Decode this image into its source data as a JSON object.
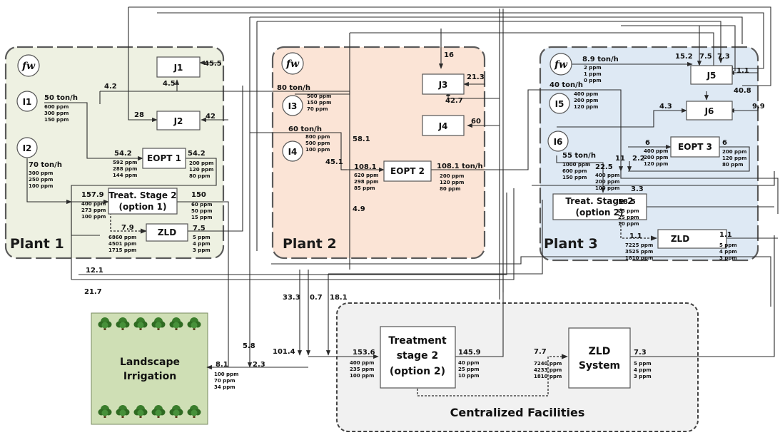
{
  "plants": {
    "p1": {
      "name": "Plant 1",
      "color": "#eef1e2"
    },
    "p2": {
      "name": "Plant 2",
      "color": "#fbe4d6"
    },
    "p3": {
      "name": "Plant 3",
      "color": "#dee9f4"
    }
  },
  "centralized": {
    "name": "Centralized Facilities",
    "color": "#f1f1f1"
  },
  "landscape": {
    "line1": "Landscape",
    "line2": "Irrigation",
    "color": "#cfdfb5"
  },
  "fresh_water_label": "fw",
  "sources": {
    "I1": {
      "label": "I1",
      "flow": "50 ton/h",
      "c": [
        "600 ppm",
        "300 ppm",
        "150 ppm"
      ]
    },
    "I2": {
      "label": "I2",
      "flow": "70 ton/h",
      "c": [
        "300 ppm",
        "250 ppm",
        "100 ppm"
      ]
    },
    "I3": {
      "label": "I3",
      "flow": "80 ton/h",
      "c": [
        "500 ppm",
        "150 ppm",
        "70 ppm"
      ]
    },
    "I4": {
      "label": "I4",
      "flow": "60 ton/h",
      "c": [
        "800 ppm",
        "500 ppm",
        "100 ppm"
      ]
    },
    "I5": {
      "label": "I5",
      "flow": "40 ton/h",
      "c": [
        "400 ppm",
        "200 ppm",
        "120 ppm"
      ]
    },
    "I6": {
      "label": "I6",
      "flow": "55 ton/h",
      "c": [
        "1000 ppm",
        "600 ppm",
        "150 ppm"
      ]
    }
  },
  "fw3": {
    "flow": "8.9 ton/h",
    "c": [
      "2 ppm",
      "1 ppm",
      "0 ppm"
    ]
  },
  "sinks": {
    "J1": "J1",
    "J2": "J2",
    "J3": "J3",
    "J4": "J4",
    "J5": "J5",
    "J6": "J6"
  },
  "units": {
    "eopt1": "EOPT 1",
    "eopt2": "EOPT 2",
    "eopt3": "EOPT 3",
    "ts2_p1": [
      "Treat. Stage 2",
      "(option 1)"
    ],
    "ts2_p3": [
      "Treat. Stage 2",
      "(option 2)"
    ],
    "zld_p1": "ZLD",
    "zld_p3": "ZLD",
    "ts2_cf": [
      "Treatment",
      "stage 2",
      "(option 2)"
    ],
    "zld_cf": [
      "ZLD",
      "System"
    ]
  },
  "streams": {
    "eopt1_in": {
      "flow": "54.2",
      "c": [
        "592 ppm",
        "288 ppm",
        "144 ppm"
      ]
    },
    "eopt1_out": {
      "flow": "54.2",
      "c": [
        "200 ppm",
        "120 ppm",
        "80 ppm"
      ]
    },
    "ts2p1_in": {
      "flow": "157.9",
      "c": [
        "400 ppm",
        "273 ppm",
        "100 ppm"
      ]
    },
    "ts2p1_out": {
      "flow": "150",
      "c": [
        "60 ppm",
        "50 ppm",
        "15 ppm"
      ]
    },
    "zldp1_in": {
      "flow": "7.9",
      "c": [
        "6860 ppm",
        "4501 ppm",
        "1715 ppm"
      ]
    },
    "zldp1_out": {
      "flow": "7.5",
      "c": [
        "5 ppm",
        "4 ppm",
        "3 ppm"
      ]
    },
    "eopt2_in": {
      "flow": "108.1",
      "c": [
        "620 ppm",
        "298 ppm",
        "85 ppm"
      ]
    },
    "eopt2_out": {
      "flow": "108.1 ton/h",
      "c": [
        "200 ppm",
        "120 ppm",
        "80 ppm"
      ]
    },
    "eopt3_in": {
      "flow": "6",
      "c": [
        "400 ppm",
        "200 ppm",
        "120 ppm"
      ]
    },
    "eopt3_out": {
      "flow": "6",
      "c": [
        "200 ppm",
        "120 ppm",
        "80 ppm"
      ]
    },
    "ts2p3_in": {
      "flow": "22.5",
      "c": [
        "400 ppm",
        "200 ppm",
        "100 ppm"
      ]
    },
    "ts2p3_out": {
      "flow": "58.5",
      "c": [
        "25 ppm",
        "25 ppm",
        "10 ppm"
      ]
    },
    "zldp3_in": {
      "flow": "1.1",
      "c": [
        "7225 ppm",
        "3525 ppm",
        "1810 ppm"
      ]
    },
    "zldp3_out": {
      "flow": "1.1",
      "c": [
        "5 ppm",
        "4 ppm",
        "3 ppm"
      ]
    },
    "cf_in": {
      "flow": "153.6",
      "c": [
        "400 ppm",
        "235 ppm",
        "100 ppm"
      ]
    },
    "cf_out": {
      "flow": "145.9",
      "c": [
        "40 ppm",
        "25 ppm",
        "10 ppm"
      ]
    },
    "cfzld_in": {
      "flow": "7.7",
      "c": [
        "7240 ppm",
        "4233 ppm",
        "1810 ppm"
      ]
    },
    "cfzld_out": {
      "flow": "7.3",
      "c": [
        "5 ppm",
        "4 ppm",
        "3 ppm"
      ]
    },
    "land_in": {
      "flow": "8.1",
      "c": [
        "100 ppm",
        "70 ppm",
        "34 ppm"
      ]
    }
  },
  "flow_labels": {
    "f45_5": "45.5",
    "f4_5": "4.5",
    "f4_2": "4.2",
    "f28": "28",
    "f42": "42",
    "f16": "16",
    "f21_3": "21.3",
    "f42_7": "42.7",
    "f60": "60",
    "f58_1": "58.1",
    "f45_1": "45.1",
    "f4_9": "4.9",
    "f15_2": "15.2",
    "f7_5": "7.5",
    "f7_3": "7.3",
    "f1_1": "1.1",
    "f40_8": "40.8",
    "f4_3": "4.3",
    "f9_9": "9.9",
    "f11": "11",
    "f2_2": "2.2",
    "f3_3": "3.3",
    "f12_1": "12.1",
    "f21_7": "21.7",
    "f33_3": "33.3",
    "f0_7": "0.7",
    "f18_1": "18.1",
    "f5_8": "5.8",
    "f101_4": "101.4",
    "f2_3": "2.3"
  }
}
